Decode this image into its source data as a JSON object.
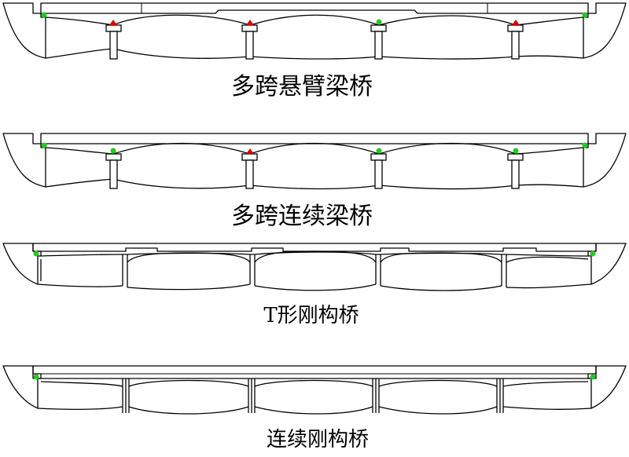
{
  "bridges": [
    {
      "caption": "多跨悬臂梁桥",
      "bearings": [
        "green",
        "red",
        "red",
        "green",
        "red",
        "green"
      ]
    },
    {
      "caption": "多跨连续梁桥",
      "bearings": [
        "green",
        "green",
        "red",
        "green",
        "green",
        "green"
      ]
    },
    {
      "caption": "T形刚构桥",
      "bearings": [
        "green",
        "green"
      ]
    },
    {
      "caption": "连续刚构桥",
      "bearings": [
        "green",
        "green"
      ]
    }
  ],
  "colors": {
    "fixed_bearing": "#d90000",
    "movable_bearing": "#22cc22"
  }
}
